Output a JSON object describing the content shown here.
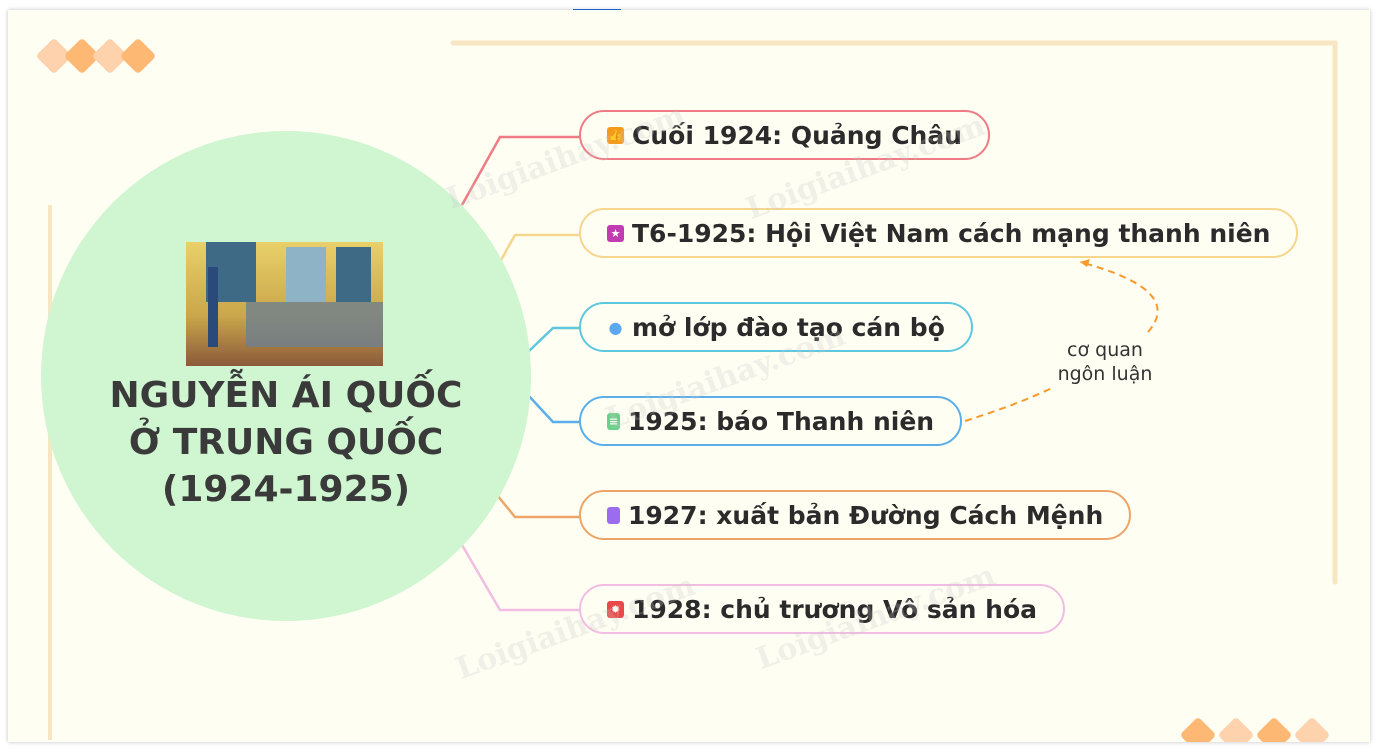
{
  "center": {
    "lines": [
      "NGUYỄN ÁI QUỐC",
      "Ở TRUNG QUỐC",
      "(1924-1925)"
    ],
    "image": "classroom-painting"
  },
  "nodes": [
    {
      "label": "Cuối 1924: Quảng Châu",
      "icon": "thumbs-up-icon",
      "color": "#ef7b84",
      "icon_color": "#f59a1b"
    },
    {
      "label": "T6-1925: Hội Việt Nam cách mạng thanh niên",
      "icon": "star-icon",
      "color": "#f5d68c",
      "icon_color": "#c03cb0"
    },
    {
      "label": "mở lớp đào tạo cán bộ",
      "icon": "person-icon",
      "color": "#5ec7e0",
      "icon_color": "#5aa8f0"
    },
    {
      "label": "1925: báo Thanh niên",
      "icon": "notebook-icon",
      "color": "#5aaeea",
      "icon_color": "#6cd08a"
    },
    {
      "label": "1927: xuất bản Đường Cách Mệnh",
      "icon": "book-icon",
      "color": "#eca566",
      "icon_color": "#9b6cf0"
    },
    {
      "label": "1928: chủ trương Vô sản hóa",
      "icon": "fire-icon",
      "color": "#f1bde2",
      "icon_color": "#e84a4a"
    }
  ],
  "relationship": {
    "lines": [
      "cơ quan",
      "ngôn luận"
    ],
    "color": "#f79a2a"
  },
  "watermark": "Loigiaihay.com"
}
